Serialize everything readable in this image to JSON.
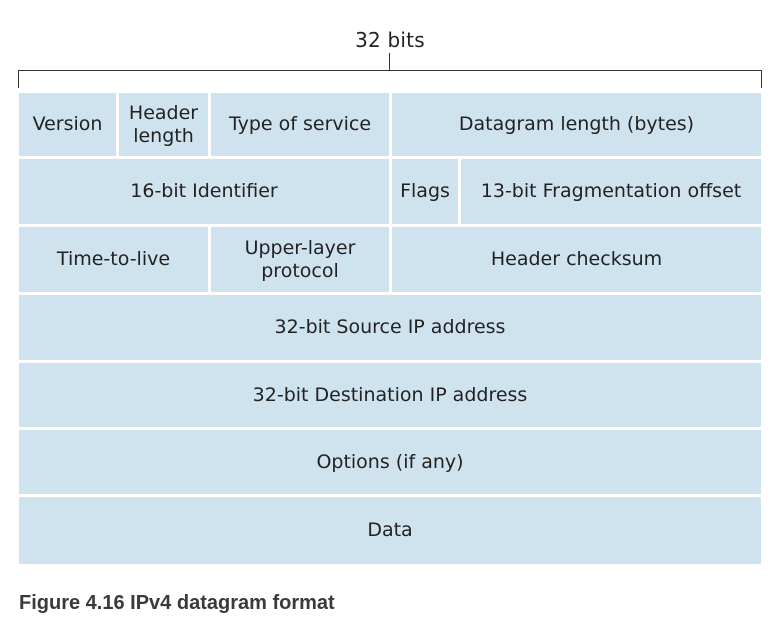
{
  "diagram": {
    "width_label": "32 bits",
    "fields": {
      "version": "Version",
      "header_length": "Header\nlength",
      "type_of_service": "Type of service",
      "datagram_length": "Datagram length (bytes)",
      "identifier": "16-bit Identifier",
      "flags": "Flags",
      "fragmentation_offset": "13-bit Fragmentation offset",
      "time_to_live": "Time-to-live",
      "upper_layer_protocol": "Upper-layer\nprotocol",
      "header_checksum": "Header checksum",
      "source_ip": "32-bit Source IP address",
      "destination_ip": "32-bit Destination IP address",
      "options": "Options (if any)",
      "data": "Data"
    },
    "field_color": "#cfe3ef"
  },
  "caption": "Figure 4.16 IPv4 datagram format"
}
